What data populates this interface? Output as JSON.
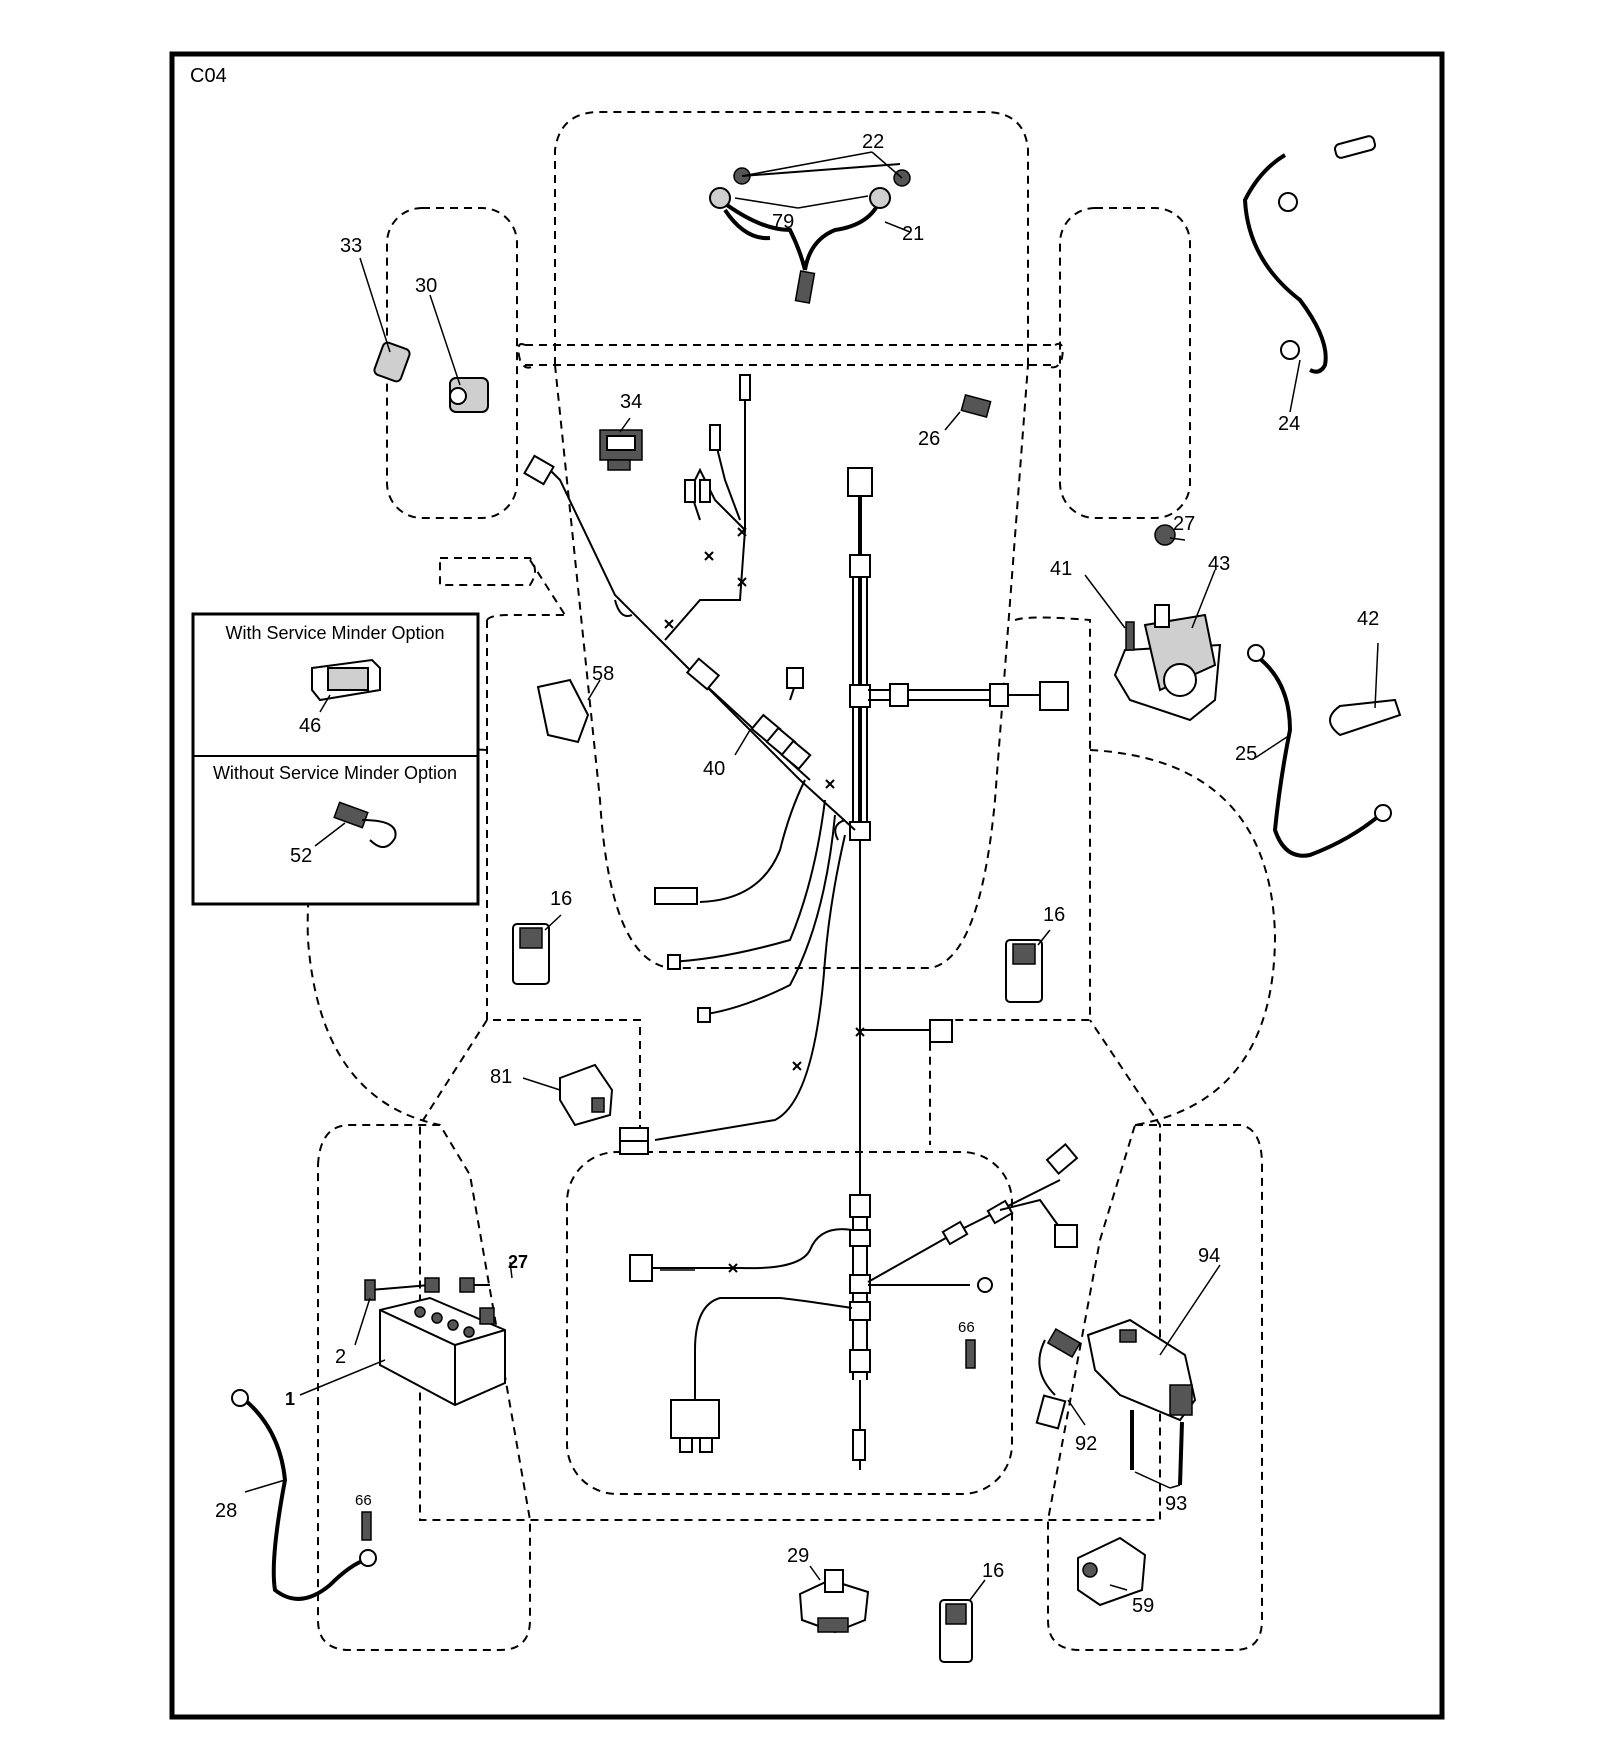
{
  "diagram_code": "C04",
  "option_box": {
    "with_title": "With Service Minder Option",
    "with_part": "46",
    "without_title": "Without Service Minder Option",
    "without_part": "52"
  },
  "labels": {
    "p1": "1",
    "p2": "2",
    "p16a": "16",
    "p16b": "16",
    "p16c": "16",
    "p21": "21",
    "p22": "22",
    "p24": "24",
    "p25": "25",
    "p26": "26",
    "p27a": "27",
    "p27b": "27",
    "p28": "28",
    "p29": "29",
    "p30": "30",
    "p33": "33",
    "p34": "34",
    "p40": "40",
    "p41": "41",
    "p42": "42",
    "p43": "43",
    "p58": "58",
    "p59": "59",
    "p66a": "66",
    "p66b": "66",
    "p79": "79",
    "p81": "81",
    "p92": "92",
    "p93": "93",
    "p94": "94"
  }
}
